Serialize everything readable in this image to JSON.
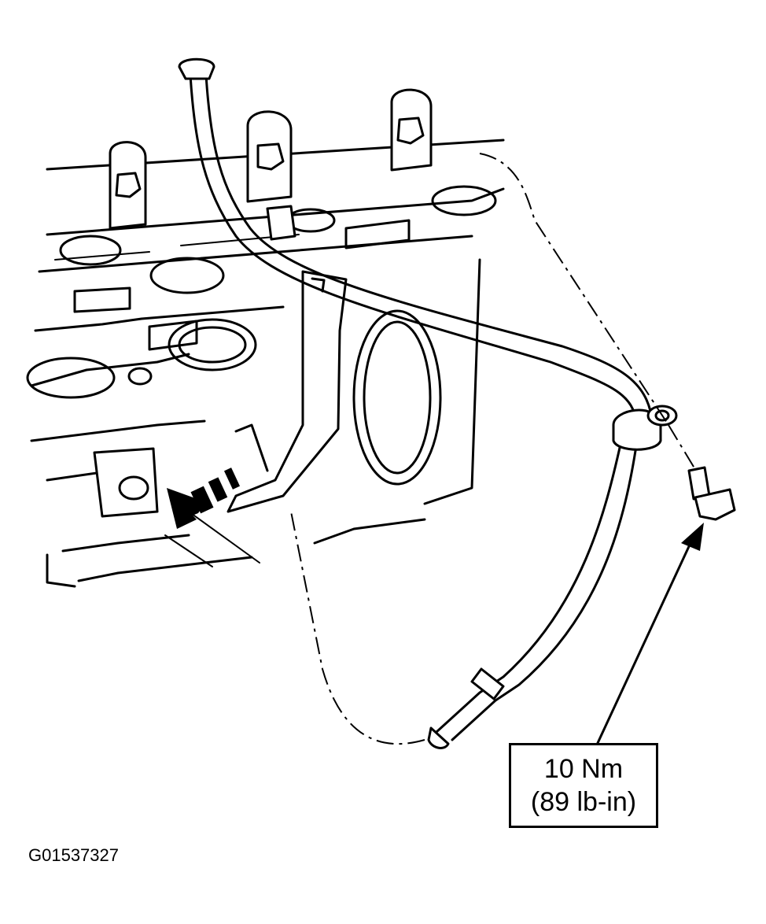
{
  "callout": {
    "torque_nm": "10 Nm",
    "torque_lbin": "(89 lb-in)"
  },
  "figure_id": "G01537327",
  "icons": {
    "direction_arrow": "direction-arrow-icon",
    "bolt": "bolt-icon"
  },
  "colors": {
    "line": "#000000",
    "background": "#ffffff"
  }
}
